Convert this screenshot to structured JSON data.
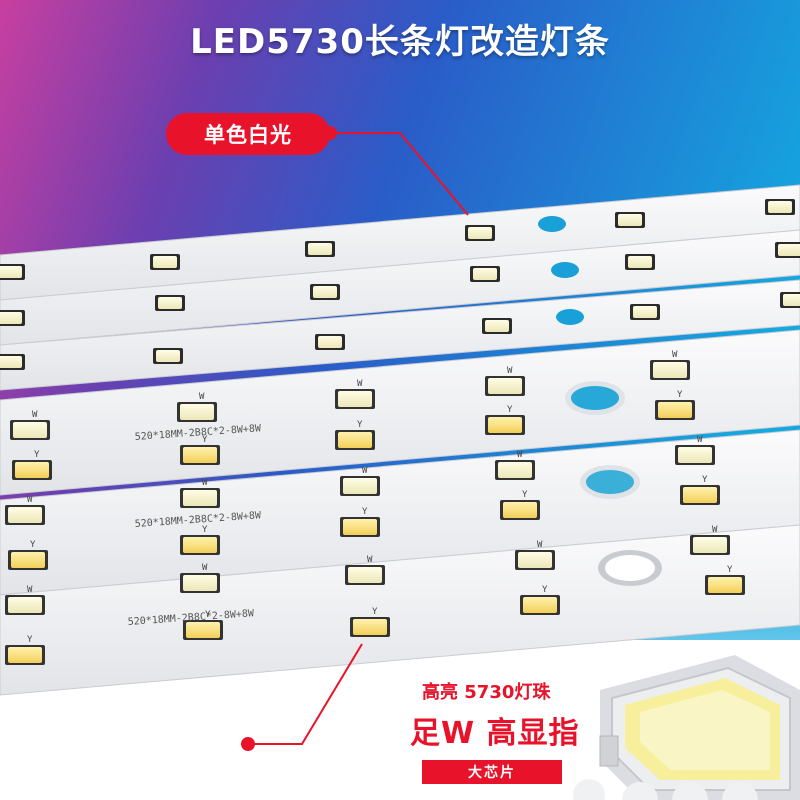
{
  "title": "LED5730长条灯改造灯条",
  "callout_top": "单色白光",
  "chip_callout": {
    "line1": "高亮 5730灯珠",
    "line2": "足W 高显指",
    "badge": "大芯片"
  },
  "pcb_marking": "520*18MM-2B8C*2-8W+8W",
  "led_labels": {
    "white": "W",
    "yellow": "Y"
  },
  "colors": {
    "accent_red": "#e8132a",
    "background_blue": "#1a70c8",
    "background_purple": "#9a3a9c",
    "strip_white": "#f1f2f4",
    "led_warm": "#f6dc7a",
    "led_cool": "#f3f1d6"
  }
}
